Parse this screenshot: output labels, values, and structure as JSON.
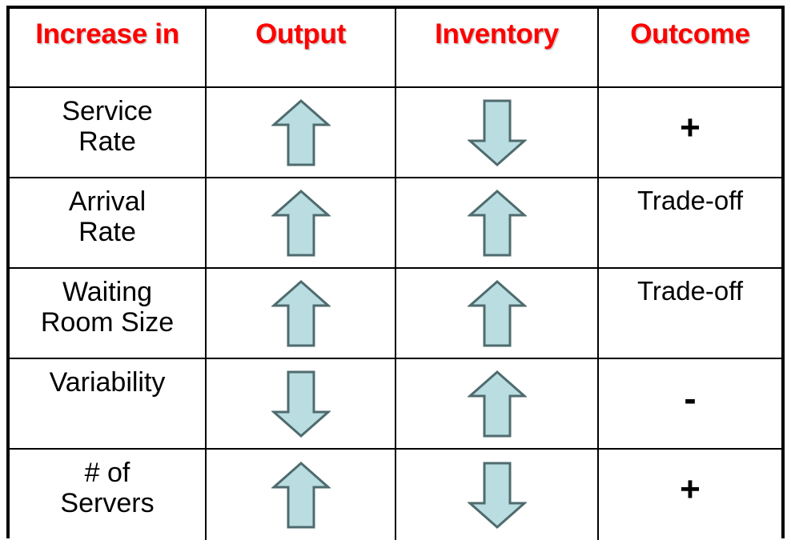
{
  "table": {
    "columns": [
      {
        "key": "factor",
        "label": "Increase in",
        "color": "#ff0000"
      },
      {
        "key": "output",
        "label": "Output",
        "color": "#ff0000"
      },
      {
        "key": "inventory",
        "label": "Inventory",
        "color": "#ff0000"
      },
      {
        "key": "outcome",
        "label": "Outcome",
        "color": "#ff0000"
      }
    ],
    "arrow_fill": "#b9dde1",
    "arrow_stroke": "#4f6b6e",
    "border_color": "#000000",
    "rows": [
      {
        "factor": "Service\nRate",
        "output": {
          "icon": "arrow-up-icon",
          "direction": "up"
        },
        "inventory": {
          "icon": "arrow-down-icon",
          "direction": "down"
        },
        "outcome": {
          "type": "sign",
          "value": "+"
        }
      },
      {
        "factor": "Arrival\nRate",
        "output": {
          "icon": "arrow-up-icon",
          "direction": "up"
        },
        "inventory": {
          "icon": "arrow-up-icon",
          "direction": "up"
        },
        "outcome": {
          "type": "text",
          "value": "Trade-off"
        }
      },
      {
        "factor": "Waiting\nRoom Size",
        "output": {
          "icon": "arrow-up-icon",
          "direction": "up"
        },
        "inventory": {
          "icon": "arrow-up-icon",
          "direction": "up"
        },
        "outcome": {
          "type": "text",
          "value": "Trade-off"
        }
      },
      {
        "factor": "Variability",
        "output": {
          "icon": "arrow-down-icon",
          "direction": "down"
        },
        "inventory": {
          "icon": "arrow-up-icon",
          "direction": "up"
        },
        "outcome": {
          "type": "sign",
          "value": "-"
        }
      },
      {
        "factor": "# of\nServers",
        "output": {
          "icon": "arrow-up-icon",
          "direction": "up"
        },
        "inventory": {
          "icon": "arrow-down-icon",
          "direction": "down"
        },
        "outcome": {
          "type": "sign",
          "value": "+"
        }
      }
    ]
  }
}
